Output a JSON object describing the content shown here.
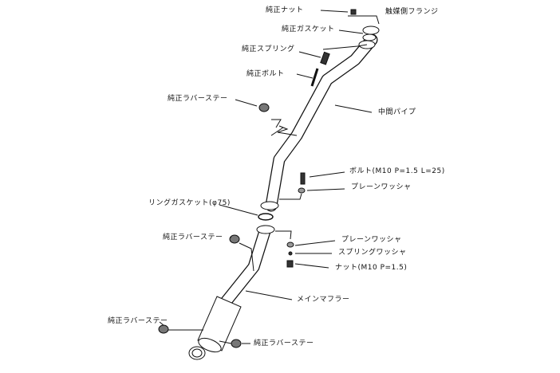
{
  "labels": {
    "oem_nut": "純正ナット",
    "cat_flange": "触媒側フランジ",
    "oem_gasket": "純正ガスケット",
    "oem_spring": "純正スプリング",
    "oem_bolt": "純正ボルト",
    "oem_rubber_stay_1": "純正ラバーステー",
    "center_pipe": "中間パイプ",
    "bolt_m10": "ボルト(M10 P=1.5 L=25)",
    "plain_washer_1": "プレーンワッシャ",
    "ring_gasket": "リングガスケット(φ75)",
    "oem_rubber_stay_2": "純正ラバーステー",
    "plain_washer_2": "プレーンワッシャ",
    "spring_washer": "スプリングワッシャ",
    "nut_m10": "ナット(M10 P=1.5)",
    "main_muffler": "メインマフラー",
    "oem_rubber_stay_3": "純正ラバーステー",
    "oem_rubber_stay_4": "純正ラバーステー"
  }
}
